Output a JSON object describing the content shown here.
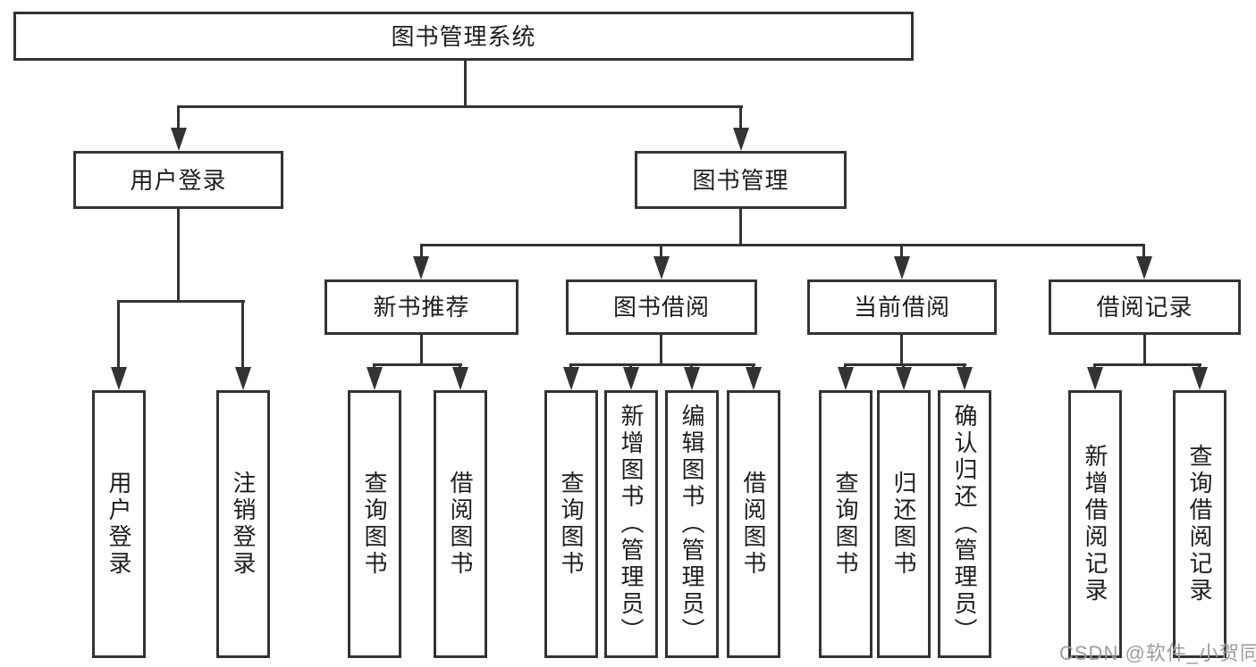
{
  "tree": {
    "label": "图书管理系统",
    "children": [
      {
        "label": "用户登录",
        "children": [
          {
            "label": "用户登录"
          },
          {
            "label": "注销登录"
          }
        ]
      },
      {
        "label": "图书管理",
        "children": [
          {
            "label": "新书推荐",
            "children": [
              {
                "label": "查询图书"
              },
              {
                "label": "借阅图书"
              }
            ]
          },
          {
            "label": "图书借阅",
            "children": [
              {
                "label": "查询图书"
              },
              {
                "label": "新增图书（管理员）"
              },
              {
                "label": "编辑图书（管理员）"
              },
              {
                "label": "借阅图书"
              }
            ]
          },
          {
            "label": "当前借阅",
            "children": [
              {
                "label": "查询图书"
              },
              {
                "label": "归还图书"
              },
              {
                "label": "确认归还（管理员）"
              }
            ]
          },
          {
            "label": "借阅记录",
            "children": [
              {
                "label": "新增借阅记录"
              },
              {
                "label": "查询借阅记录"
              }
            ]
          }
        ]
      }
    ]
  },
  "watermark": {
    "text": "CSDN @软件_小贺同学"
  },
  "colors": {
    "line": "#333333",
    "text": "#1d1d1d",
    "watermark": "#9c9c9c",
    "background": "#ffffff"
  }
}
